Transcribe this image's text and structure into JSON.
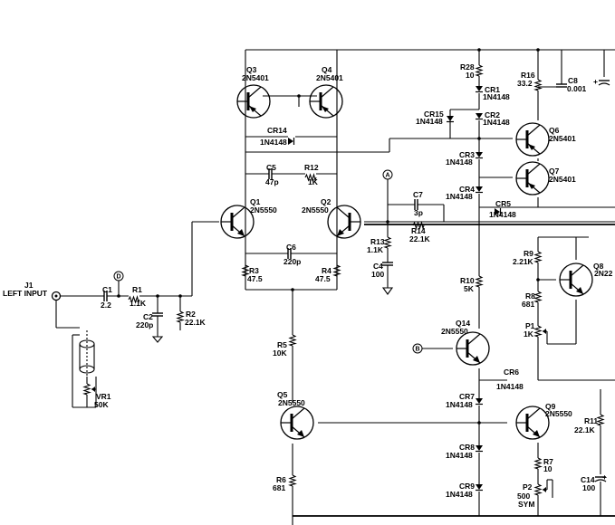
{
  "connector": {
    "ref": "J1",
    "name": "LEFT  INPUT"
  },
  "test_points": [
    "A",
    "B",
    "D"
  ],
  "components": {
    "c1": {
      "ref": "C1",
      "value": "2.2"
    },
    "r1": {
      "ref": "R1",
      "value": "1.1K"
    },
    "c2": {
      "ref": "C2",
      "value": "220p"
    },
    "r2": {
      "ref": "R2",
      "value": "22.1K"
    },
    "vr1": {
      "ref": "VR1",
      "value": "50K"
    },
    "q1": {
      "ref": "Q1",
      "value": "2N5550"
    },
    "q2": {
      "ref": "Q2",
      "value": "2N5550"
    },
    "q3": {
      "ref": "Q3",
      "value": "2N5401"
    },
    "q4": {
      "ref": "Q4",
      "value": "2N5401"
    },
    "cr14": {
      "ref": "CR14",
      "value": "1N4148"
    },
    "c5": {
      "ref": "C5",
      "value": "47p"
    },
    "r12": {
      "ref": "R12",
      "value": "1K"
    },
    "c6": {
      "ref": "C6",
      "value": "220p"
    },
    "r3": {
      "ref": "R3",
      "value": "47.5"
    },
    "r4": {
      "ref": "R4",
      "value": "47.5"
    },
    "r5": {
      "ref": "R5",
      "value": "10K"
    },
    "q5": {
      "ref": "Q5",
      "value": "2N5550"
    },
    "r6": {
      "ref": "R6",
      "value": "681"
    },
    "c7": {
      "ref": "C7",
      "value": "3p"
    },
    "r14": {
      "ref": "R14",
      "value": "22.1K"
    },
    "r13": {
      "ref": "R13",
      "value": "1.1K"
    },
    "c4": {
      "ref": "C4",
      "value": "100"
    },
    "r28": {
      "ref": "R28",
      "value": "10"
    },
    "cr1": {
      "ref": "CR1",
      "value": "1N4148"
    },
    "cr15": {
      "ref": "CR15",
      "value": "1N4148"
    },
    "cr2": {
      "ref": "CR2",
      "value": "1N4148"
    },
    "cr3": {
      "ref": "CR3",
      "value": "1N4148"
    },
    "cr4": {
      "ref": "CR4",
      "value": "1N4148"
    },
    "cr5": {
      "ref": "CR5",
      "value": "1N4148"
    },
    "r16": {
      "ref": "R16",
      "value": "33.2"
    },
    "c8": {
      "ref": "C8",
      "value": "0.001"
    },
    "q6": {
      "ref": "Q6",
      "value": "2N5401"
    },
    "q7": {
      "ref": "Q7",
      "value": "2N5401"
    },
    "r9": {
      "ref": "R9",
      "value": "2.21K"
    },
    "q8": {
      "ref": "Q8",
      "value": "2N22"
    },
    "r8": {
      "ref": "R8",
      "value": "681"
    },
    "p1": {
      "ref": "P1",
      "value": "1K"
    },
    "r10": {
      "ref": "R10",
      "value": "5K"
    },
    "q14": {
      "ref": "Q14",
      "value": "2N5550"
    },
    "cr6": {
      "ref": "CR6",
      "value": "1N4148"
    },
    "cr7": {
      "ref": "CR7",
      "value": "1N4148"
    },
    "q9": {
      "ref": "Q9",
      "value": "2N5550"
    },
    "r11": {
      "ref": "R11",
      "value": "22.1K"
    },
    "cr8": {
      "ref": "CR8",
      "value": "1N4148"
    },
    "r7": {
      "ref": "R7",
      "value": "10"
    },
    "cr9": {
      "ref": "CR9",
      "value": "1N4148"
    },
    "p2": {
      "ref": "P2",
      "value": "500",
      "note": "SYM"
    },
    "c14": {
      "ref": "C14",
      "value": "100"
    }
  }
}
